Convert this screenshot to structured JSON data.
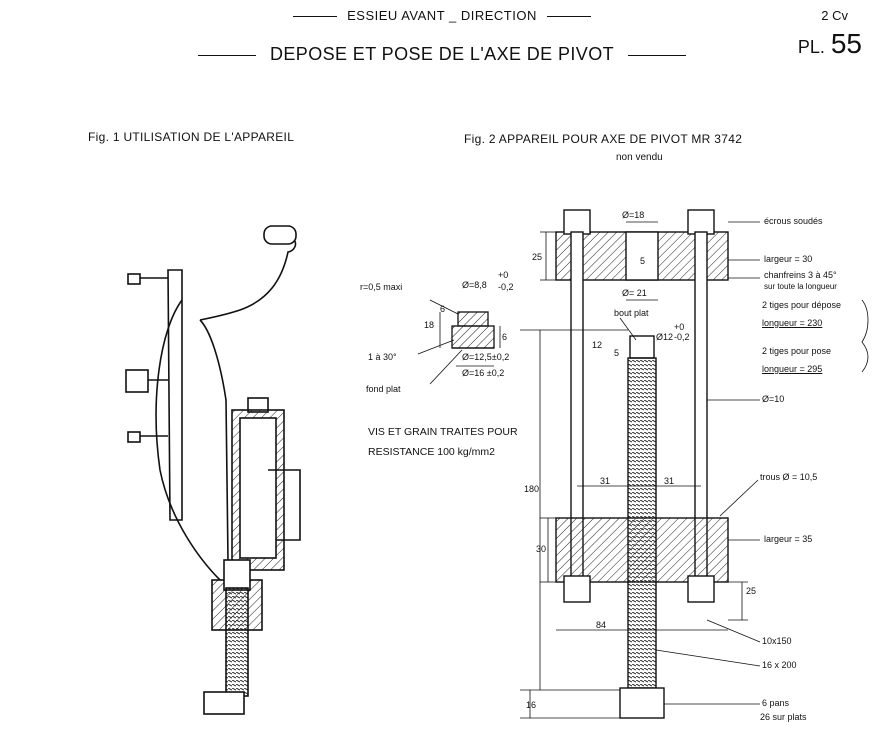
{
  "header": {
    "section": "ESSIEU AVANT _ DIRECTION",
    "model": "2 Cv",
    "plate_prefix": "PL.",
    "plate_number": "55",
    "title": "DEPOSE ET POSE DE L'AXE DE PIVOT"
  },
  "figures": {
    "fig1_caption": "Fig. 1 UTILISATION DE L'APPAREIL",
    "fig2_caption": "Fig. 2 APPAREIL POUR AXE DE PIVOT MR 3742",
    "fig2_subcaption": "non vendu"
  },
  "detail": {
    "r_label": "r=0,5 maxi",
    "dia_top": "Ø=8,8",
    "tol_top_plus": "+0",
    "tol_top_minus": "-0,2",
    "dim_6_top": "6",
    "dim_18": "18",
    "dim_6_right": "6",
    "dia_mid": "Ø=12,5±0,2",
    "chamfer": "1 à 30°",
    "dia_bottom": "Ø=16 ±0,2",
    "flat_bottom": "fond plat"
  },
  "note": {
    "line1": "VIS ET GRAIN TRAITES POUR",
    "line2": "RESISTANCE 100 kg/mm2"
  },
  "fig2": {
    "dia18": "Ø=18",
    "dim_25_top": "25",
    "dim_5": "5",
    "dim_5b": "5",
    "dia21": "Ø= 21",
    "ecrous": "écrous soudés",
    "largeur30": "largeur = 30",
    "chanfreins": "chanfreins 3 à 45°",
    "chanfreins2": "sur toute la longueur",
    "tiges_depose": "2 tiges pour dépose",
    "longueur230": "longueur = 230",
    "tiges_pose": "2 tiges pour pose",
    "longueur295": "longueur = 295",
    "bout_plat": "bout plat",
    "dia12": "Ø12",
    "tol12_plus": "+0",
    "tol12_minus": "-0,2",
    "dim12": "12",
    "dia10": "Ø=10",
    "dim180": "180",
    "dim31a": "31",
    "dim31b": "31",
    "trous": "trous Ø = 10,5",
    "largeur35": "largeur = 35",
    "dim30": "30",
    "dim25_bot": "25",
    "dim84": "84",
    "thread10": "10x150",
    "thread16": "16 x 200",
    "dim16": "16",
    "pans": "6 pans",
    "plats": "26 sur plats"
  }
}
